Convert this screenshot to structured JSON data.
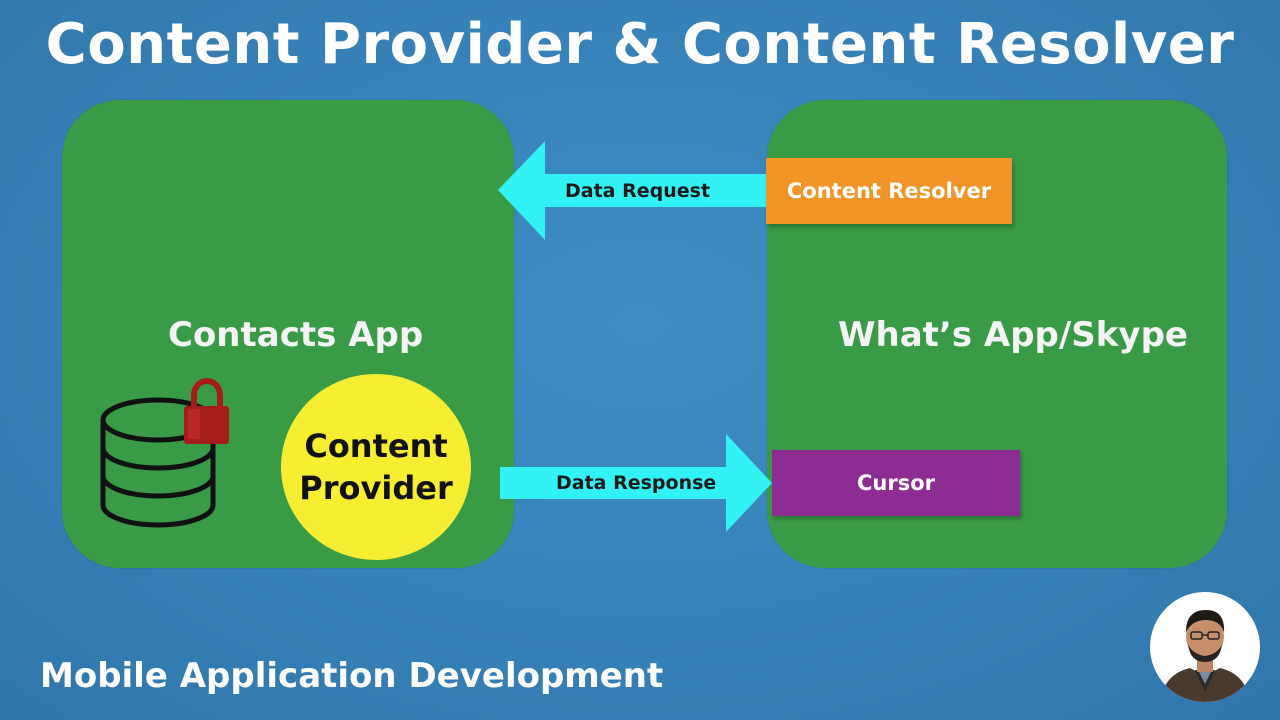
{
  "title": "Content Provider & Content Resolver",
  "provider_app": {
    "label": "Contacts App",
    "component_line1": "Content",
    "component_line2": "Provider"
  },
  "consumer_app": {
    "label": "What’s App/Skype",
    "resolver_label": "Content Resolver",
    "cursor_label": "Cursor"
  },
  "arrows": {
    "request_label": "Data Request",
    "response_label": "Data Response"
  },
  "footer": "Mobile Application Development",
  "colors": {
    "background": "#3681b8",
    "panel": "#3a9b47",
    "arrow": "#33f2f6",
    "resolver": "#f29427",
    "cursor": "#8d2d93",
    "provider_circle": "#f7ee31",
    "lock": "#a51c1c"
  },
  "icons": [
    "database-icon",
    "lock-icon",
    "presenter-avatar"
  ]
}
